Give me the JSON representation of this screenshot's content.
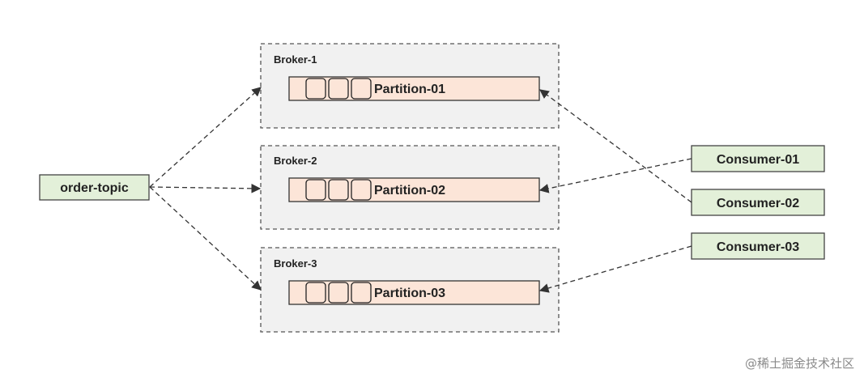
{
  "topic": {
    "label": "order-topic"
  },
  "brokers": [
    {
      "label": "Broker-1",
      "partition": "Partition-01"
    },
    {
      "label": "Broker-2",
      "partition": "Partition-02"
    },
    {
      "label": "Broker-3",
      "partition": "Partition-03"
    }
  ],
  "consumers": [
    {
      "label": "Consumer-01"
    },
    {
      "label": "Consumer-02"
    },
    {
      "label": "Consumer-03"
    }
  ],
  "colors": {
    "broker_fill": "#f1f1f1",
    "partition_fill": "#fce5d8",
    "node_fill": "#e3f0d9"
  },
  "watermark": "@稀土掘金技术社区"
}
